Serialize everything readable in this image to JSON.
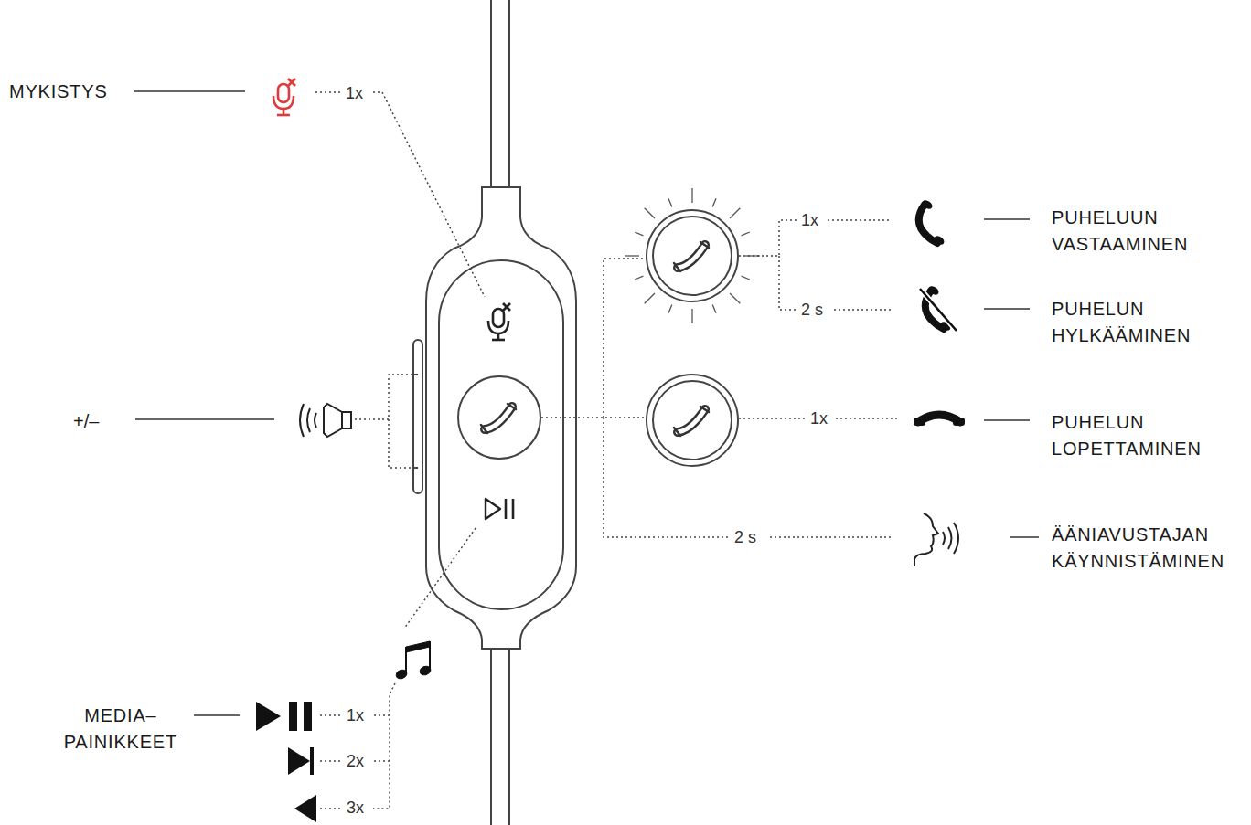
{
  "diagram": {
    "labels": [
      "MYKISTYS",
      "1x",
      "+/–",
      "1x",
      "PUHELUUN VASTAAMINEN",
      "2 s",
      "PUHELUN HYLKÄÄMINEN",
      "1x",
      "PUHELUN LOPETTAMINEN",
      "2 s",
      "ÄÄNIAVUSTAJAN KÄYNNISTÄMINEN",
      "MEDIA– PAINIKKEET",
      "1x",
      "2x",
      "3x"
    ]
  }
}
